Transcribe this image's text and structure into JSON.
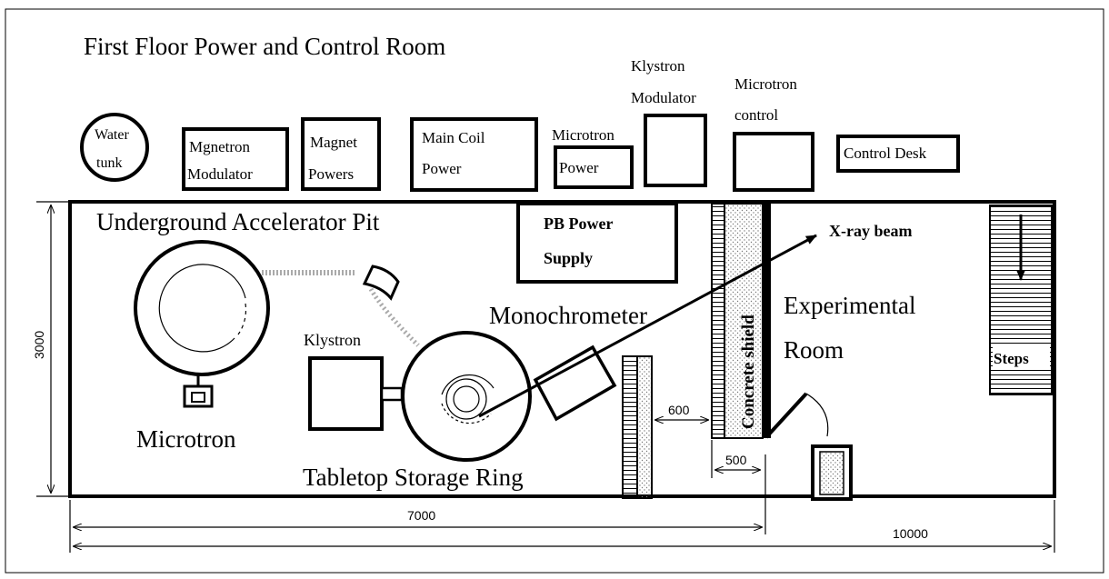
{
  "title": "First Floor Power and Control Room",
  "first_floor": {
    "water_tank": [
      "Water",
      "tunk"
    ],
    "mgnetron_modulator": [
      "Mgnetron",
      "Modulator"
    ],
    "magnet_powers": [
      "Magnet",
      "Powers"
    ],
    "main_coil_power": [
      "Main Coil",
      "Power"
    ],
    "microtron_power": [
      "Microtron",
      "Power"
    ],
    "klystron_modulator": [
      "Klystron",
      "Modulator"
    ],
    "microtron_control": [
      "Microtron",
      "control"
    ],
    "control_desk": "Control Desk"
  },
  "pit": {
    "title": "Underground Accelerator Pit",
    "pb_power_supply": [
      "PB Power",
      "Supply"
    ],
    "microtron": "Microtron",
    "klystron": "Klystron",
    "storage_ring": "Tabletop Storage Ring",
    "monochromator": "Monochrometer",
    "concrete_shield": "Concrete shield",
    "xray_beam": "X-ray beam",
    "experimental_room": [
      "Experimental",
      "Room"
    ],
    "steps": "Steps"
  },
  "dimensions": {
    "height": "3000",
    "pit_length": "7000",
    "total_length": "10000",
    "gap": "600",
    "shield_width": "500"
  },
  "colors": {
    "line": "#000000",
    "dots": "#888888",
    "background": "#ffffff"
  }
}
